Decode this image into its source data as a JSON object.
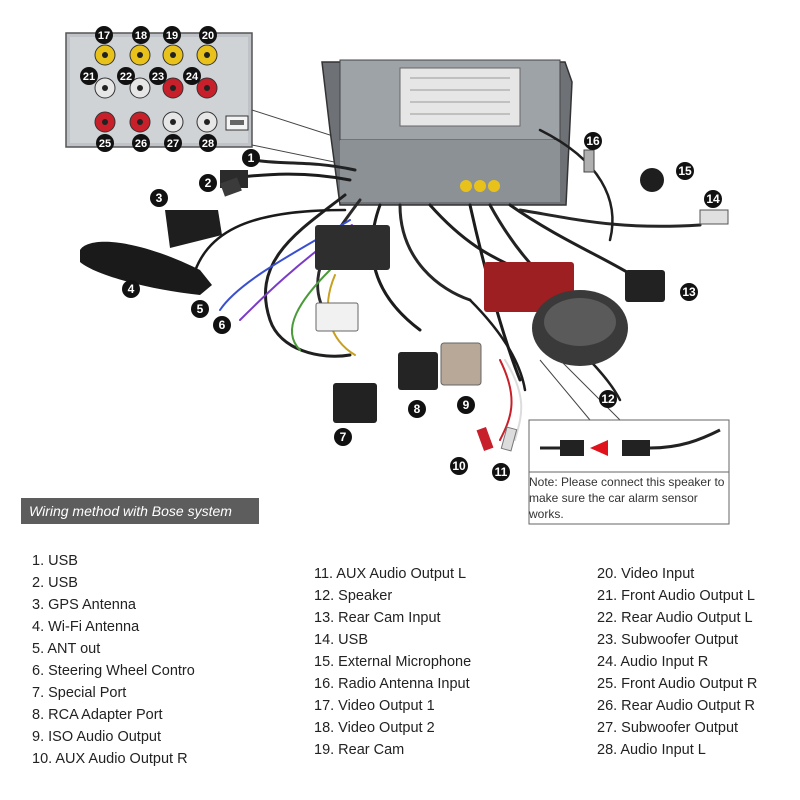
{
  "banner": "Wiring method with Bose system",
  "note": "Note: Please connect this speaker to make sure the car alarm sensor works.",
  "callouts": [
    "1",
    "2",
    "3",
    "4",
    "5",
    "6",
    "7",
    "8",
    "9",
    "10",
    "11",
    "12",
    "13",
    "14",
    "15",
    "16"
  ],
  "port_labels": [
    "17",
    "18",
    "19",
    "20",
    "21",
    "22",
    "23",
    "24",
    "25",
    "26",
    "27",
    "28"
  ],
  "legend": {
    "col1": [
      "1. USB",
      "2. USB",
      "3. GPS Antenna",
      "4. Wi-Fi Antenna",
      "5. ANT out",
      "6. Steering Wheel Contro",
      "7. Special Port",
      "8. RCA Adapter Port",
      "9. ISO Audio Output",
      "10.  AUX Audio Output R"
    ],
    "col2": [
      "11.  AUX Audio Output L",
      "12.  Speaker",
      "13.  Rear Cam Input",
      "14.  USB",
      "15.  External Microphone",
      "16. Radio Antenna Input",
      "17.  Video Output 1",
      "18.  Video Output 2",
      "19.  Rear Cam"
    ],
    "col3": [
      "20.  Video Input",
      "21.  Front Audio Output L",
      "22.  Rear Audio Output L",
      "23.  Subwoofer Output",
      "24.  Audio Input R",
      "25.  Front Audio Output R",
      "26.  Rear Audio Output R",
      "27.  Subwoofer Output",
      "28.  Audio Input L"
    ]
  },
  "colors": {
    "yellow_rca": "#e8c21a",
    "red_rca": "#c8202a",
    "white_rca": "#e6e6e6",
    "connector_dark": "#2b2b2b",
    "banner_bg": "#5d5d5d",
    "callout_bg": "#111111",
    "alarm_arrow": "#e0121c"
  }
}
